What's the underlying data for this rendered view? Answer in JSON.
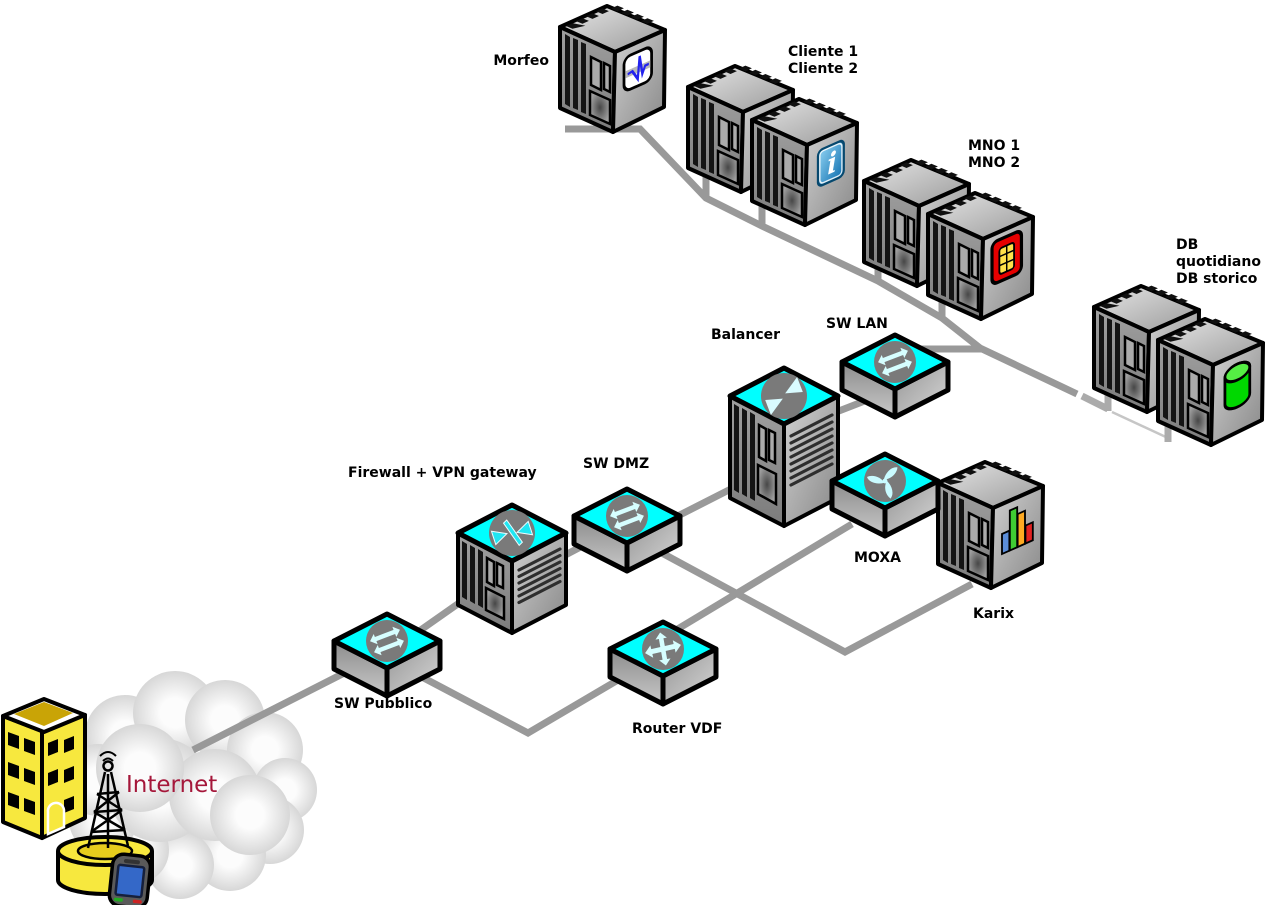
{
  "meta": {
    "description": "Isometric network topology diagram",
    "language": "Italian"
  },
  "labels": {
    "morfeo": "Morfeo",
    "cliente1": "Cliente 1",
    "cliente2": "Cliente 2",
    "mno1": "MNO 1",
    "mno2": "MNO 2",
    "db1": "DB quotidiano",
    "db2": "DB storico",
    "balancer": "Balancer",
    "sw_lan": "SW LAN",
    "sw_dmz": "SW DMZ",
    "firewall": "Firewall + VPN gateway",
    "sw_pubblico": "SW Pubblico",
    "router_vdf": "Router VDF",
    "moxa": "MOXA",
    "karix": "Karix",
    "internet": "Internet"
  },
  "icons": {
    "info_glyph": "i"
  },
  "nodes": [
    {
      "id": "morfeo",
      "label": "Morfeo",
      "device": "server",
      "badge": "pulse-monitor-icon"
    },
    {
      "id": "cliente",
      "label": "Cliente 1 / Cliente 2",
      "device": "server-pair",
      "badge": "info-icon"
    },
    {
      "id": "mno",
      "label": "MNO 1 / MNO 2",
      "device": "server-pair",
      "badge": "sim-card-icon"
    },
    {
      "id": "db",
      "label": "DB quotidiano / DB storico",
      "device": "server-pair",
      "badge": "database-icon"
    },
    {
      "id": "balancer",
      "label": "Balancer",
      "device": "appliance",
      "top_icon": "load-balancer-icon"
    },
    {
      "id": "sw_lan",
      "label": "SW LAN",
      "device": "switch",
      "top_icon": "switch-arrows-icon"
    },
    {
      "id": "sw_dmz",
      "label": "SW DMZ",
      "device": "switch",
      "top_icon": "switch-arrows-icon"
    },
    {
      "id": "firewall",
      "label": "Firewall + VPN gateway",
      "device": "appliance",
      "top_icon": "vpn-firewall-icon"
    },
    {
      "id": "sw_pubblico",
      "label": "SW Pubblico",
      "device": "switch",
      "top_icon": "switch-arrows-icon"
    },
    {
      "id": "router_vdf",
      "label": "Router VDF",
      "device": "router",
      "top_icon": "router-cross-icon"
    },
    {
      "id": "moxa",
      "label": "MOXA",
      "device": "switch",
      "top_icon": "fan-icon"
    },
    {
      "id": "karix",
      "label": "Karix",
      "device": "server",
      "badge": "bar-chart-icon"
    },
    {
      "id": "internet",
      "label": "Internet",
      "device": "cloud"
    }
  ],
  "connections": [
    {
      "from": "Internet",
      "to": "SW Pubblico"
    },
    {
      "from": "SW Pubblico",
      "to": "Firewall + VPN gateway"
    },
    {
      "from": "SW Pubblico",
      "to": "Router VDF"
    },
    {
      "from": "Router VDF",
      "to": "MOXA"
    },
    {
      "from": "Firewall + VPN gateway",
      "to": "SW DMZ"
    },
    {
      "from": "SW DMZ",
      "to": "Balancer"
    },
    {
      "from": "SW DMZ",
      "to": "Karix"
    },
    {
      "from": "Balancer",
      "to": "SW LAN"
    },
    {
      "from": "SW LAN",
      "to": "LAN bus"
    },
    {
      "from": "LAN bus",
      "to": "Morfeo"
    },
    {
      "from": "LAN bus",
      "to": "Cliente 1 / Cliente 2"
    },
    {
      "from": "LAN bus",
      "to": "MNO 1 / MNO 2"
    },
    {
      "from": "LAN bus",
      "to": "DB quotidiano / DB storico"
    }
  ],
  "colors": {
    "accent_cyan": "#00ffff",
    "line_gray": "#999999",
    "internet_text": "#a5173a",
    "sim_red": "#e60000",
    "db_green": "#00d800",
    "building_yellow": "#f7e83e"
  }
}
